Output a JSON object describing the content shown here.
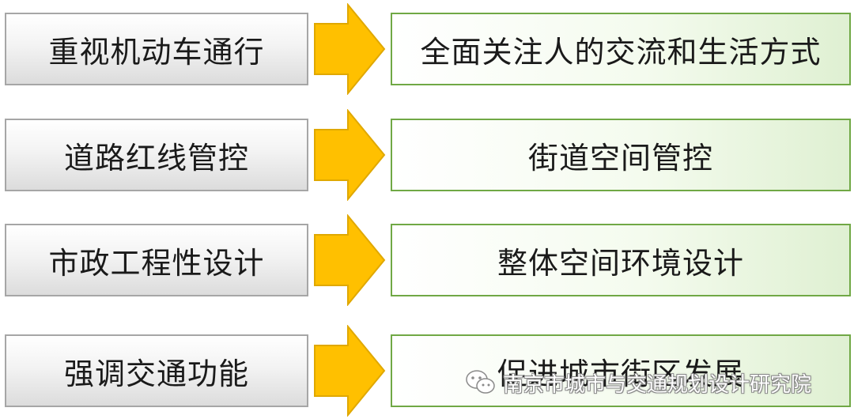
{
  "rows": [
    {
      "from": "重视机动车通行",
      "to": "全面关注人的交流和生活方式"
    },
    {
      "from": "道路红线管控",
      "to": "街道空间管控"
    },
    {
      "from": "市政工程性设计",
      "to": "整体空间环境设计"
    },
    {
      "from": "强调交通功能",
      "to": "促进城市街区发展"
    }
  ],
  "watermark": {
    "text": "南京市城市与交通规划设计研究院",
    "icon": "wechat-icon"
  },
  "colors": {
    "arrow_fill": "#ffc000",
    "arrow_stroke": "#e0a800",
    "left_border": "#a6a6a6",
    "right_border": "#70a845"
  }
}
